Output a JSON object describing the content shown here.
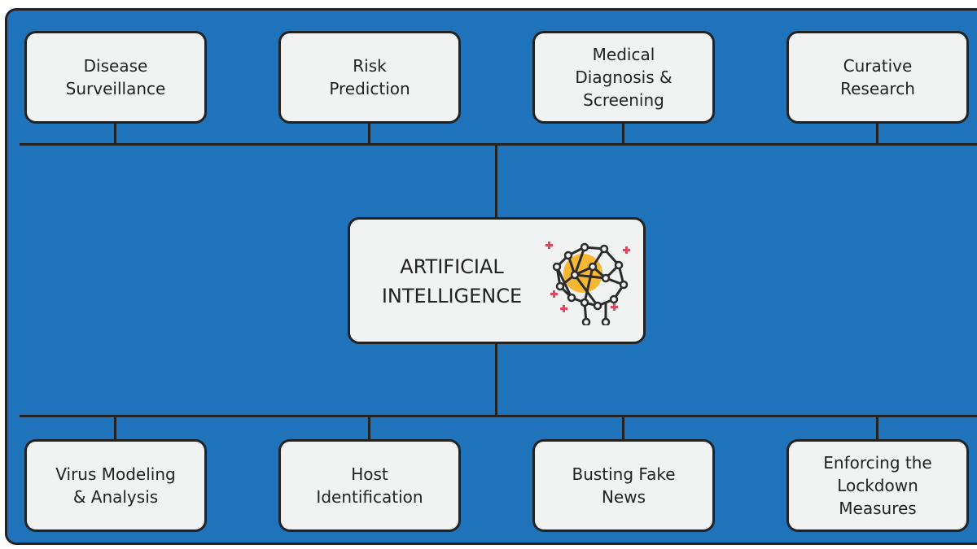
{
  "center": {
    "label": "ARTIFICIAL\nINTELLIGENCE",
    "icon": "ai-brain-network-icon"
  },
  "top_boxes": [
    {
      "label": "Disease\nSurveillance"
    },
    {
      "label": "Risk\nPrediction"
    },
    {
      "label": "Medical\nDiagnosis &\nScreening"
    },
    {
      "label": "Curative\nResearch"
    }
  ],
  "bottom_boxes": [
    {
      "label": "Virus Modeling\n& Analysis"
    },
    {
      "label": "Host\nIdentification"
    },
    {
      "label": "Busting Fake\nNews"
    },
    {
      "label": "Enforcing the\nLockdown\nMeasures"
    }
  ],
  "colors": {
    "background": "#1f73bb",
    "box_fill": "#f1f2f2",
    "outline": "#222222",
    "icon_glow": "#f7b733",
    "sparkle": "#e0475f"
  }
}
